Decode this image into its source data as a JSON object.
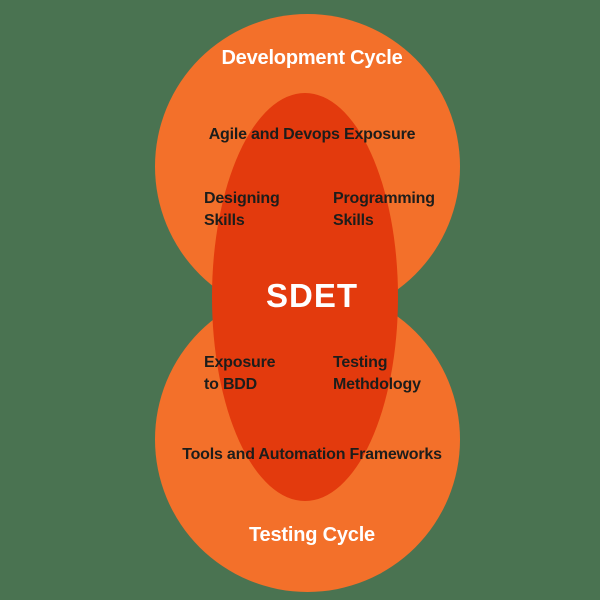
{
  "colors": {
    "background": "#4A7351",
    "cycle_circle": "#F3702A",
    "center_ellipse": "#E33A0D",
    "label_dark": "#1D1D1B",
    "label_light": "#FFFFFF"
  },
  "venn": {
    "center_label": "SDET",
    "top_circle_label": "Development Cycle",
    "bottom_circle_label": "Testing Cycle",
    "top_items": {
      "agile": "Agile and Devops Exposure",
      "designing": "Designing\nSkills",
      "programming": "Programming\nSkills"
    },
    "bottom_items": {
      "bdd": "Exposure\nto BDD",
      "methodology": "Testing\nMethdology",
      "tools": "Tools and Automation Frameworks"
    }
  }
}
